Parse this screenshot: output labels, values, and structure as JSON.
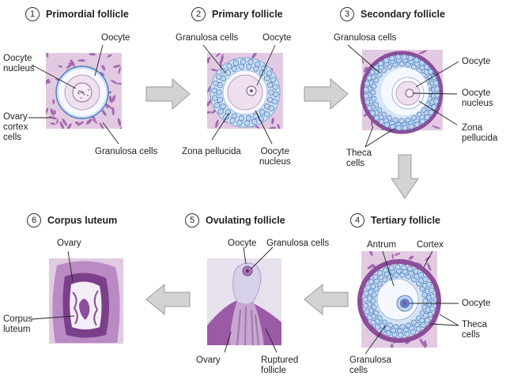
{
  "stages": [
    {
      "number": "1",
      "title": "Primordial follicle"
    },
    {
      "number": "2",
      "title": "Primary follicle"
    },
    {
      "number": "3",
      "title": "Secondary follicle"
    },
    {
      "number": "4",
      "title": "Tertiary follicle"
    },
    {
      "number": "5",
      "title": "Ovulating follicle"
    },
    {
      "number": "6",
      "title": "Corpus luteum"
    }
  ],
  "labels": {
    "s1_oocyte": "Oocyte",
    "s1_oocyte_nucleus_1": "Oocyte",
    "s1_oocyte_nucleus_2": "nucleus",
    "s1_ovary_1": "Ovary",
    "s1_ovary_2": "cortex",
    "s1_ovary_3": "cells",
    "s1_granulosa": "Granulosa cells",
    "s2_granulosa": "Granulosa cells",
    "s2_oocyte": "Oocyte",
    "s2_zona": "Zona pellucida",
    "s2_nucleus_1": "Oocyte",
    "s2_nucleus_2": "nucleus",
    "s3_granulosa": "Granulosa cells",
    "s3_oocyte": "Oocyte",
    "s3_nucleus_1": "Oocyte",
    "s3_nucleus_2": "nucleus",
    "s3_zona_1": "Zona",
    "s3_zona_2": "pellucida",
    "s3_theca_1": "Theca",
    "s3_theca_2": "cells",
    "s4_antrum": "Antrum",
    "s4_cortex": "Cortex",
    "s4_oocyte": "Oocyte",
    "s4_theca_1": "Theca",
    "s4_theca_2": "cells",
    "s4_granulosa_1": "Granulosa",
    "s4_granulosa_2": "cells",
    "s5_oocyte": "Oocyte",
    "s5_granulosa": "Granulosa cells",
    "s5_ovary": "Ovary",
    "s5_ruptured_1": "Ruptured",
    "s5_ruptured_2": "follicle",
    "s6_ovary": "Ovary",
    "s6_corpus_1": "Corpus",
    "s6_corpus_2": "luteum"
  },
  "colors": {
    "stroma": "#e2cbe2",
    "stroma_cell": "#a46ab0",
    "granulosa_fill": "#bfd6ef",
    "granulosa_edge": "#4f7fc0",
    "zona": "#f8f8ff",
    "oocyte": "#eee0ee",
    "theca": "#8a4e9a",
    "arrow_fill": "#d3d3d3",
    "arrow_edge": "#9a9a9a",
    "line": "#222222"
  }
}
